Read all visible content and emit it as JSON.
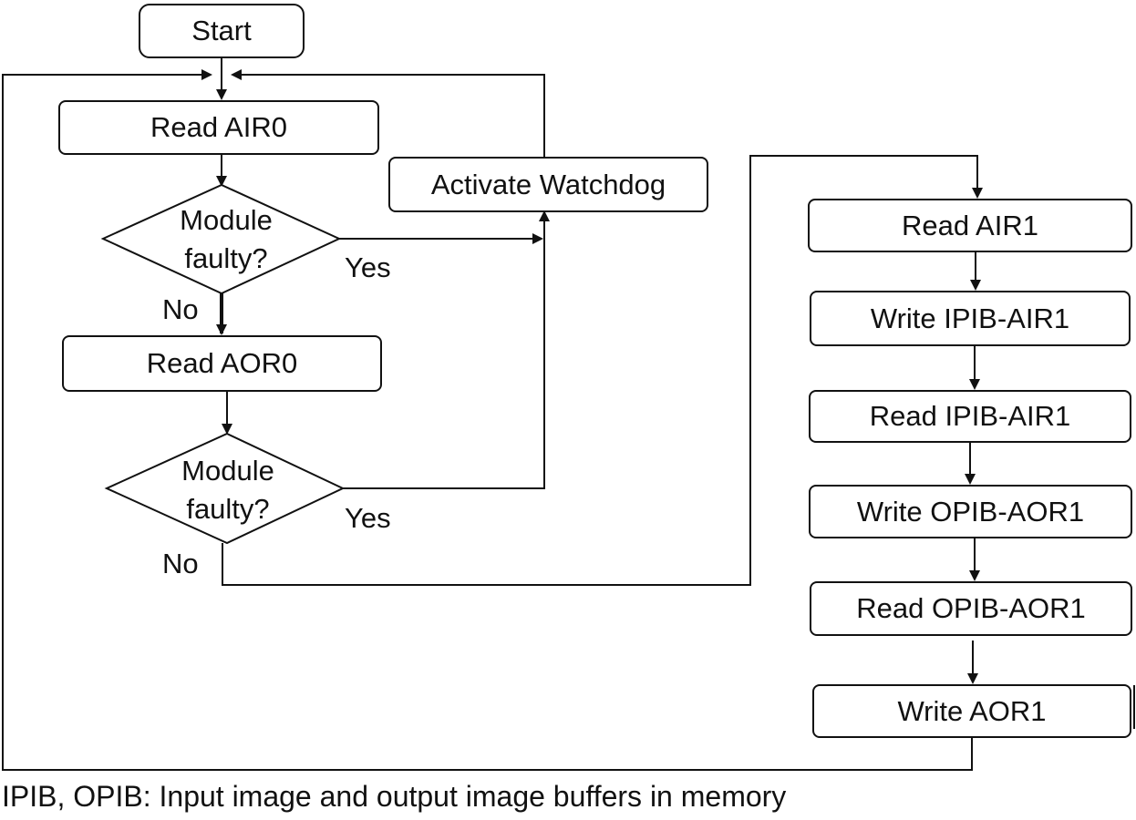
{
  "nodes": {
    "start": "Start",
    "read_air0": "Read AIR0",
    "decision1": "Module faulty?",
    "read_aor0": "Read AOR0",
    "decision2": "Module faulty?",
    "activate_watchdog": "Activate Watchdog",
    "read_air1": "Read AIR1",
    "write_ipib_air1": "Write IPIB-AIR1",
    "read_ipib_air1": "Read IPIB-AIR1",
    "write_opib_aor1": "Write OPIB-AOR1",
    "read_opib_aor1": "Read OPIB-AOR1",
    "write_aor1": "Write AOR1"
  },
  "edge_labels": {
    "decision1_yes": "Yes",
    "decision1_no": "No",
    "decision2_yes": "Yes",
    "decision2_no": "No"
  },
  "footnote": "IPIB, OPIB: Input image and output image buffers in memory"
}
